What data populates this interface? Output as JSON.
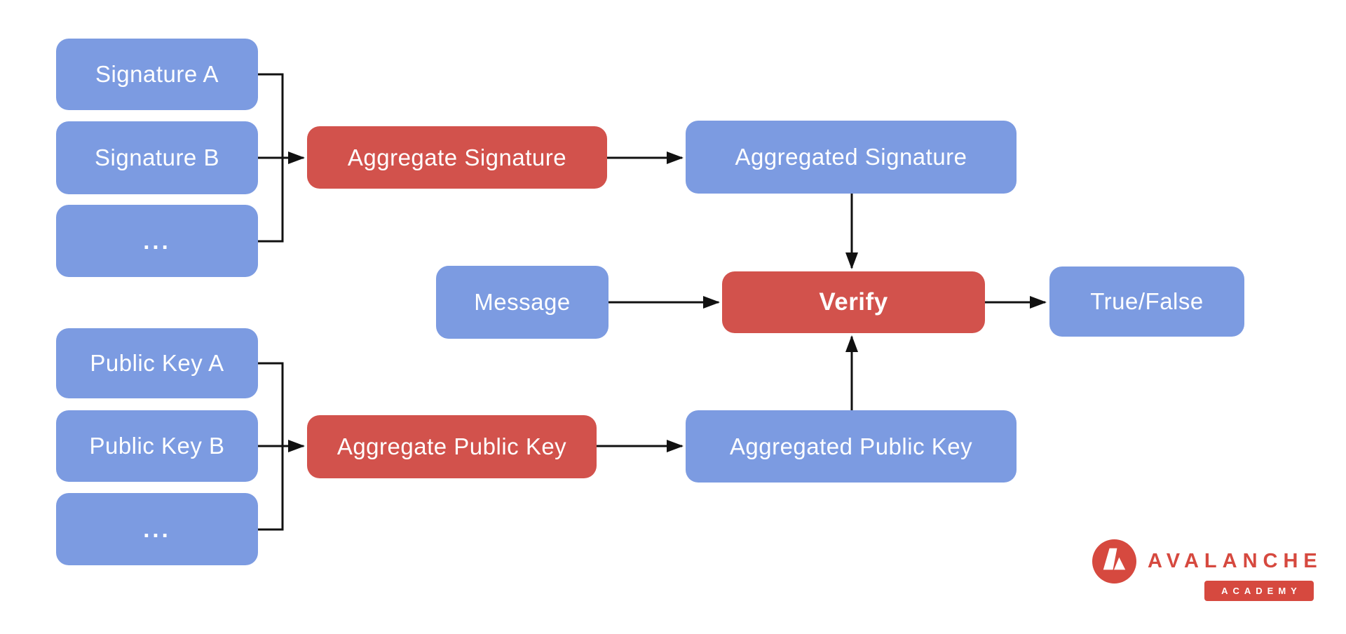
{
  "colors": {
    "background": "#ffffff",
    "blue_node": "#7C9BE1",
    "red_node": "#D2524C",
    "arrow": "#111111",
    "logo_red": "#D6493F",
    "node_text": "#ffffff"
  },
  "nodes": {
    "signature_a": {
      "label": "Signature A",
      "color": "blue"
    },
    "signature_b": {
      "label": "Signature B",
      "color": "blue"
    },
    "signature_more": {
      "label": "...",
      "color": "blue"
    },
    "aggregate_signature": {
      "label": "Aggregate Signature",
      "color": "red"
    },
    "aggregated_signature": {
      "label": "Aggregated Signature",
      "color": "blue"
    },
    "message": {
      "label": "Message",
      "color": "blue"
    },
    "verify": {
      "label": "Verify",
      "color": "red"
    },
    "true_false": {
      "label": "True/False",
      "color": "blue"
    },
    "public_key_a": {
      "label": "Public Key A",
      "color": "blue"
    },
    "public_key_b": {
      "label": "Public Key B",
      "color": "blue"
    },
    "public_key_more": {
      "label": "...",
      "color": "blue"
    },
    "aggregate_public_key": {
      "label": "Aggregate Public Key",
      "color": "red"
    },
    "aggregated_public_key": {
      "label": "Aggregated Public Key",
      "color": "blue"
    }
  },
  "edges": [
    {
      "from": "signature_a",
      "to": "aggregate_signature"
    },
    {
      "from": "signature_b",
      "to": "aggregate_signature"
    },
    {
      "from": "signature_more",
      "to": "aggregate_signature"
    },
    {
      "from": "aggregate_signature",
      "to": "aggregated_signature"
    },
    {
      "from": "aggregated_signature",
      "to": "verify"
    },
    {
      "from": "message",
      "to": "verify"
    },
    {
      "from": "public_key_a",
      "to": "aggregate_public_key"
    },
    {
      "from": "public_key_b",
      "to": "aggregate_public_key"
    },
    {
      "from": "public_key_more",
      "to": "aggregate_public_key"
    },
    {
      "from": "aggregate_public_key",
      "to": "aggregated_public_key"
    },
    {
      "from": "aggregated_public_key",
      "to": "verify"
    },
    {
      "from": "verify",
      "to": "true_false"
    }
  ],
  "branding": {
    "wordmark": "AVALANCHE",
    "badge": "ACADEMY",
    "logo_icon": "avalanche-triangle-mark"
  }
}
